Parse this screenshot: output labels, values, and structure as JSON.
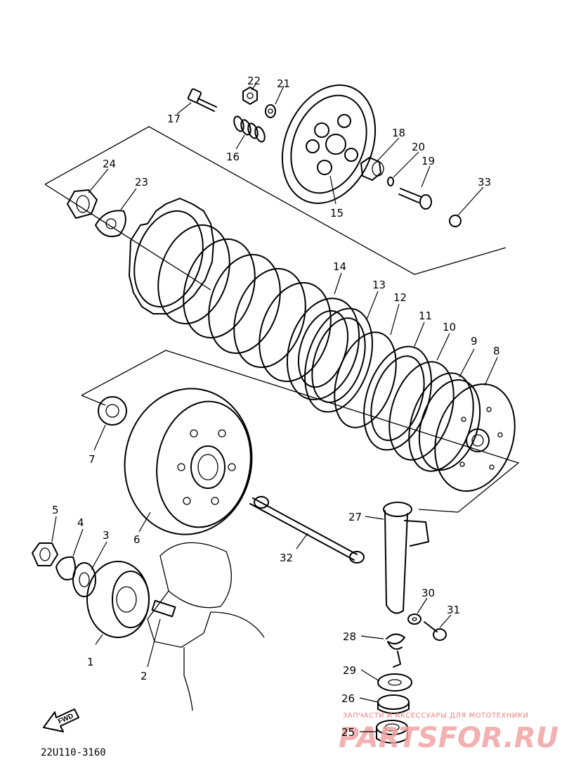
{
  "diagram": {
    "part_code": "22U110-3160",
    "fwd_label": "FWD",
    "callouts": [
      "1",
      "2",
      "3",
      "4",
      "5",
      "6",
      "7",
      "8",
      "9",
      "10",
      "11",
      "12",
      "13",
      "14",
      "15",
      "16",
      "17",
      "18",
      "19",
      "20",
      "21",
      "22",
      "23",
      "24",
      "25",
      "26",
      "27",
      "28",
      "29",
      "30",
      "31",
      "32",
      "33"
    ]
  },
  "watermark": {
    "tagline": "ЗАПЧАСТИ И АКСЕССУАРЫ ДЛЯ МОТОТЕХНИКИ",
    "logo": "PARTSFOR.RU"
  }
}
